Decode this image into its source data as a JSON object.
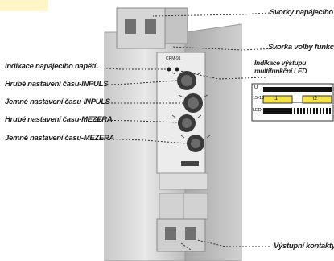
{
  "callouts": {
    "svorky_napajeci": "Svorky napájecího napětí",
    "svorka_volby": "Svorka volby funkce",
    "indikace_napajeci": "Indikace napájecího napětí",
    "indikace_vystupu_1": "Indikace výstupu",
    "indikace_vystupu_2": "multifunkční LED",
    "hrube_inpuls": "Hrubé nastavení času-INPULS",
    "jemne_inpuls": "Jemné nastavení času-INPULS",
    "hrube_mezera": "Hrubé nastavení času-MEZERA",
    "jemne_mezera": "Jemné nastavení času-MEZERA",
    "vystupni": "Výstupní kontakty"
  },
  "timing_chart": {
    "row_u": "U",
    "row_contacts": "15-18",
    "row_led": "LED",
    "t1": "t1",
    "t2": "t2"
  },
  "device": {
    "model": "CRM-91"
  }
}
